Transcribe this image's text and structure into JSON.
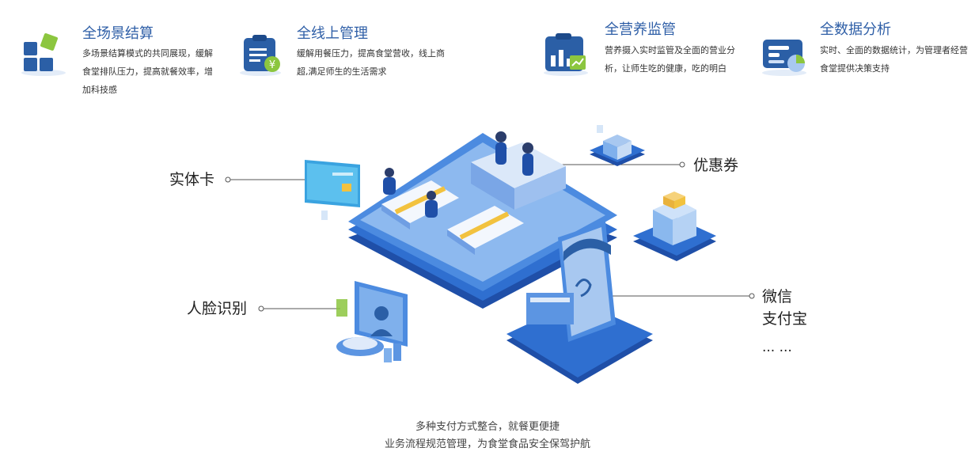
{
  "features": [
    {
      "title": "全场景结算",
      "desc": "多场景结算模式的共同展现，缓解食堂排队压力，提高就餐效率，增加科技感",
      "icon": "grid-blocks-icon"
    },
    {
      "title": "全线上管理",
      "desc": "缓解用餐压力，提高食堂营收，线上商超,满足师生的生活需求",
      "icon": "clipboard-yen-icon"
    },
    {
      "title": "全营养监管",
      "desc": "营养摄入实时监管及全面的营业分析，让师生吃的健康，吃的明白",
      "icon": "bar-chart-icon"
    },
    {
      "title": "全数据分析",
      "desc": "实时、全面的数据统计，为管理者经营食堂提供决策支持",
      "icon": "pie-report-icon"
    }
  ],
  "labels": {
    "card": "实体卡",
    "coupon": "优惠券",
    "face": "人脸识别",
    "wechat": "微信",
    "alipay": "支付宝",
    "more": "... ..."
  },
  "caption": {
    "line1": "多种支付方式整合，就餐更便捷",
    "line2": "业务流程规范管理，为食堂食品安全保驾护航"
  },
  "colors": {
    "title_blue": "#2f5fa7",
    "accent_green": "#8cc63f",
    "platform_blue": "#2f6fd0",
    "line_gray": "#555555"
  }
}
